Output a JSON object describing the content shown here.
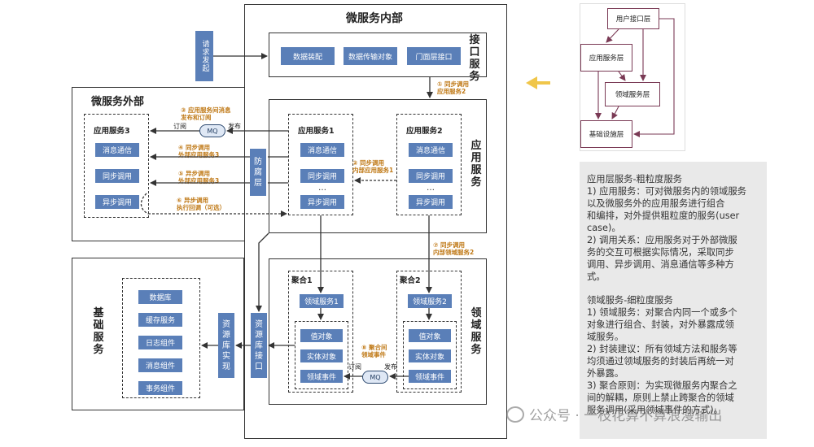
{
  "inner": {
    "title": "微服务内部",
    "request_box": "请求发起",
    "interface_layer": {
      "label": [
        "接",
        "口",
        "服",
        "务"
      ],
      "items": [
        "数据装配",
        "数据传输对象",
        "门面层接口"
      ]
    },
    "app_layer": {
      "label": [
        "应",
        "用",
        "服",
        "务"
      ],
      "svc1": {
        "title": "应用服务1",
        "items": [
          "消息通信",
          "同步调用",
          "异步调用"
        ],
        "dots": "…"
      },
      "svc2": {
        "title": "应用服务2",
        "items": [
          "消息通信",
          "同步调用",
          "异步调用"
        ],
        "dots": "…"
      },
      "acl": [
        "防",
        "腐",
        "层"
      ]
    },
    "domain_layer": {
      "label": [
        "领",
        "域",
        "服",
        "务"
      ],
      "agg1": {
        "title": "聚合1",
        "service": "领域服务1",
        "items": [
          "值对象",
          "实体对象",
          "领域事件"
        ]
      },
      "agg2": {
        "title": "聚合2",
        "service": "领域服务2",
        "items": [
          "值对象",
          "实体对象",
          "领域事件"
        ]
      }
    },
    "mq_domain": {
      "label": "MQ",
      "subscribe": "订阅",
      "publish": "发布"
    }
  },
  "outer": {
    "title": "微服务外部",
    "svc3": {
      "title": "应用服务3",
      "items": [
        "消息通信",
        "同步调用",
        "异步调用"
      ]
    },
    "mq": {
      "label": "MQ",
      "subscribe": "订阅",
      "publish": "发布"
    }
  },
  "infra": {
    "label": [
      "基",
      "础",
      "服",
      "务"
    ],
    "items": [
      "数据库",
      "缓存服务",
      "日志组件",
      "消息组件",
      "事务组件"
    ],
    "repo_impl": [
      "资",
      "源",
      "库",
      "实",
      "现"
    ],
    "repo_iface": [
      "资",
      "源",
      "库",
      "接",
      "口"
    ]
  },
  "notes": {
    "n1": [
      "① 同步调用",
      "应用服务2"
    ],
    "n2": [
      "② 同步调用",
      "内部应用服务1"
    ],
    "n3": [
      "③ 应用服务间消息",
      "发布和订阅"
    ],
    "n4": [
      "④ 同步调用",
      "外部应用服务3"
    ],
    "n5": [
      "⑤ 异步调用",
      "外部应用服务3"
    ],
    "n6": [
      "⑥ 异步调用",
      "执行回调（可选）"
    ],
    "n7": [
      "⑦ 同步调用",
      "内部领域服务2"
    ],
    "n8": [
      "⑧ 聚合间",
      "领域事件"
    ]
  },
  "layers_mini": [
    "用户接口层",
    "应用服务层",
    "领域服务层",
    "基础设施层"
  ],
  "panel": {
    "lines": [
      "应用层服务-粗粒度服务",
      "1) 应用服务：可对微服务内的领域服务",
      "以及微服务外的应用服务进行组合",
      "和编排，对外提供粗粒度的服务(user",
      "case)。",
      "2) 调用关系：应用服务对于外部微服",
      "务的交互可根据实际情况，采取同步",
      "调用、异步调用、消息通信等多种方",
      "式。",
      "",
      "领域服务-细粒度服务",
      "1) 领域服务：对聚合内同一个或多个",
      "对象进行组合、封装，对外暴露成领",
      "域服务。",
      "2) 封装建议：所有领域方法和服务等",
      "均须通过领域服务的封装后再统一对",
      "外暴露。",
      "3) 聚合原则：为实现微服务内聚合之",
      "间的解耦，原则上禁止跨聚合的领域",
      "服务调用(采用领域事件的方式)。"
    ]
  },
  "watermark": "公众号 · 一枝花算不算浪漫输出",
  "colors": {
    "service_blue": "#5a7fb8",
    "note_orange": "#c07a18",
    "arrow_yellow": "#f0c64a",
    "layer_border": "#7a3a55"
  }
}
